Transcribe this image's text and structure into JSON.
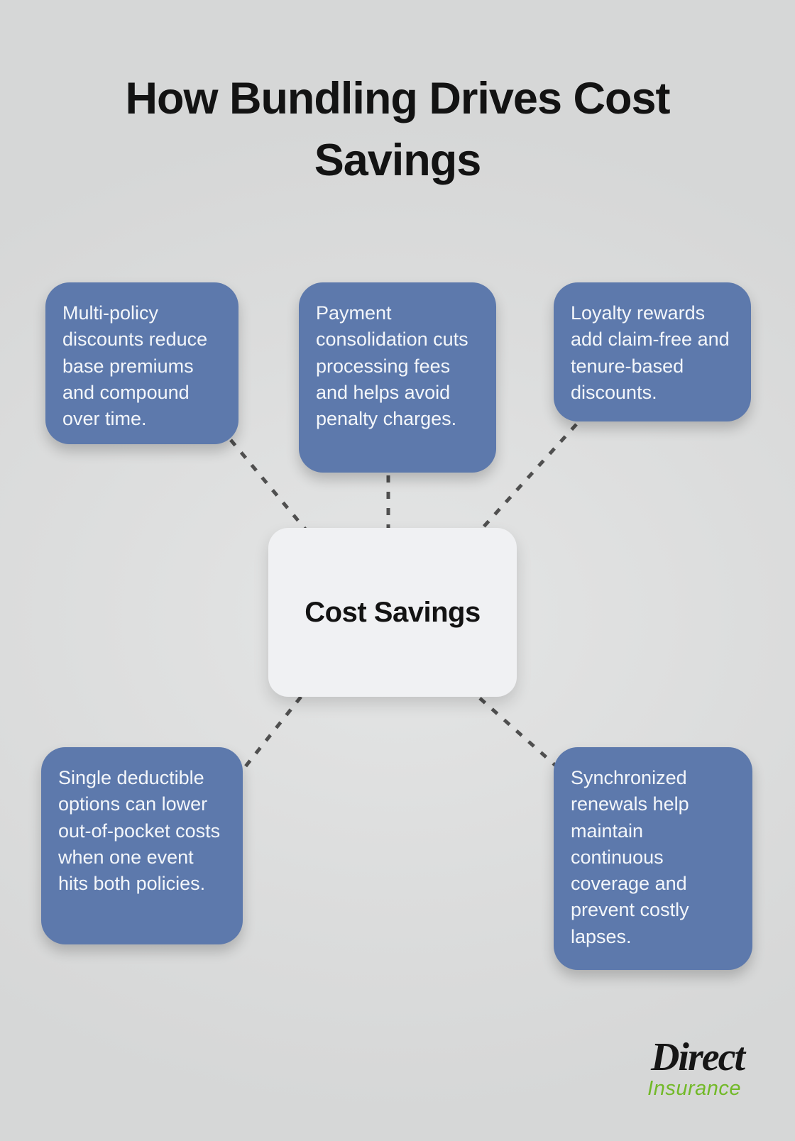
{
  "title": "How Bundling Drives Cost Savings",
  "center": {
    "label": "Cost Savings"
  },
  "cards": [
    {
      "position": "top-left",
      "text": "Multi-policy discounts reduce base premiums and compound over time."
    },
    {
      "position": "top-middle",
      "text": "Payment consolidation cuts processing fees and helps avoid penalty charges."
    },
    {
      "position": "top-right",
      "text": "Loyalty rewards add claim-free and tenure-based discounts."
    },
    {
      "position": "bottom-left",
      "text": "Single deductible options can lower out-of-pocket costs when one event hits both policies."
    },
    {
      "position": "bottom-right",
      "text": "Synchronized renewals help maintain continuous coverage and prevent costly lapses."
    }
  ],
  "logo": {
    "brand": "Direct",
    "subtext": "Insurance"
  },
  "colors": {
    "background": "#dcdddd",
    "card_fill": "#5d79ac",
    "card_text": "#f3f6fa",
    "center_fill": "#f0f1f3",
    "center_text": "#131313",
    "connector": "#4f4f4f",
    "title_text": "#131313",
    "logo_brand": "#161616",
    "logo_subtext": "#72b928"
  }
}
